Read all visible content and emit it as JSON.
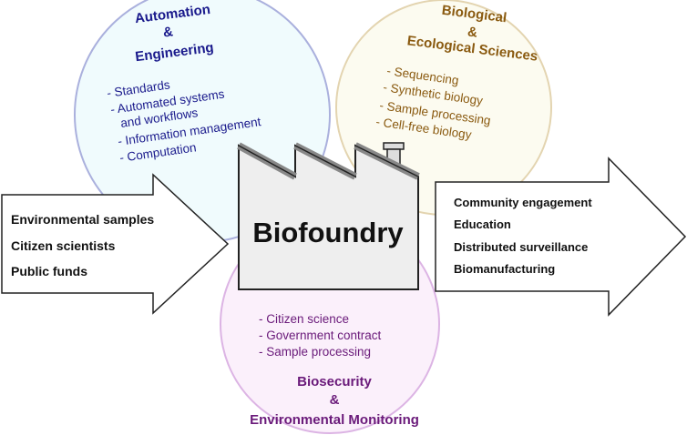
{
  "automation": {
    "title_lines": [
      "Automation",
      "&",
      "Engineering"
    ],
    "items": [
      "- Standards",
      "- Automated systems",
      "and workflows",
      "- Information management",
      "- Computation"
    ],
    "color": "#1a1a8c",
    "fill": "#f0fbfd",
    "stroke": "#aab0dd"
  },
  "biological": {
    "title_lines": [
      "Biological",
      "&",
      "Ecological Sciences"
    ],
    "items": [
      "- Sequencing",
      "- Synthetic biology",
      "- Sample processing",
      "- Cell-free biology"
    ],
    "color": "#8a5a10",
    "fill": "#fcfbf0",
    "stroke": "#e3d4b0"
  },
  "biosecurity": {
    "title_lines": [
      "Biosecurity",
      "&",
      "Environmental Monitoring"
    ],
    "items": [
      "- Citizen science",
      "- Government contract",
      "- Sample processing"
    ],
    "color": "#6a1a7a",
    "fill": "#fbf0fb",
    "stroke": "#dcb4e4"
  },
  "inputs": {
    "items": [
      "Environmental samples",
      "Citizen scientists",
      "Public funds"
    ]
  },
  "outputs": {
    "items": [
      "Community engagement",
      "Education",
      "Distributed surveillance",
      "Biomanufacturing"
    ]
  },
  "center": {
    "label": "Biofoundry",
    "icon": "factory-icon"
  }
}
